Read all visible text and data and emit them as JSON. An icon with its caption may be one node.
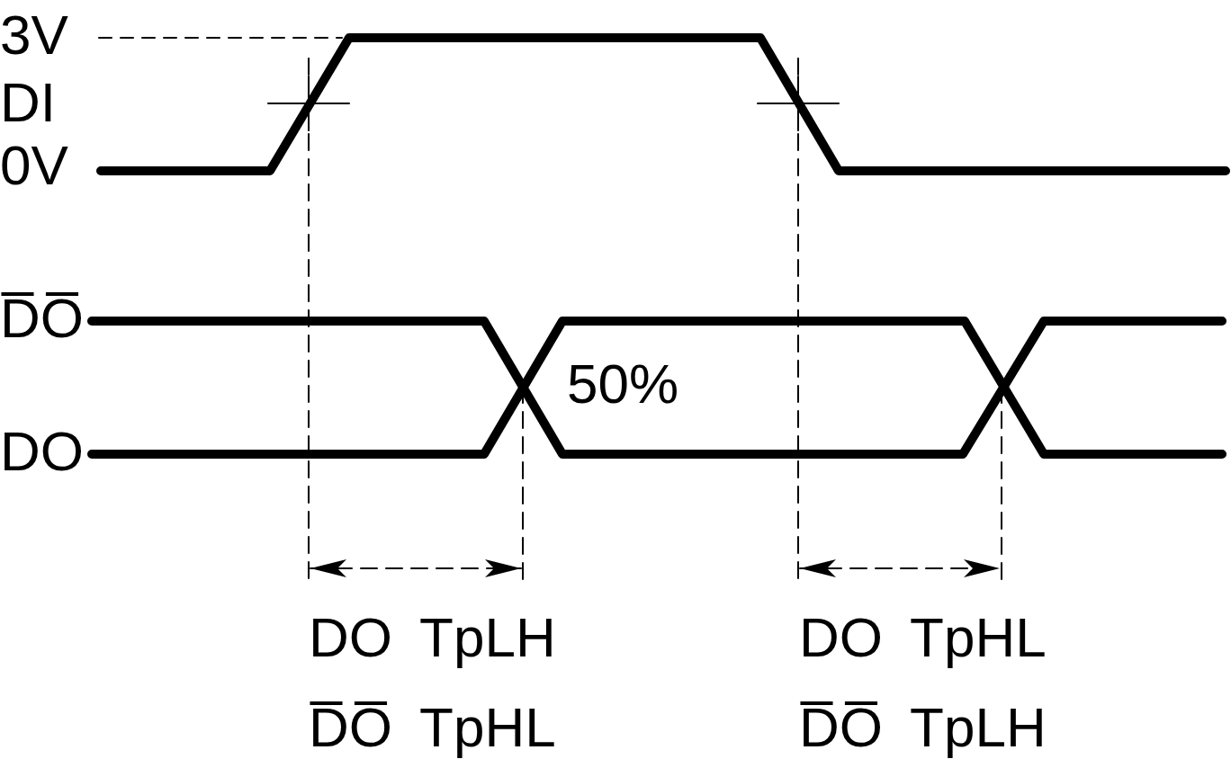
{
  "diagram": {
    "labels": [
      "3V",
      "DI",
      "0V",
      "D̅O̅",
      "50%",
      "DO",
      "DO TpLH",
      "DO TpHL",
      "D̅O̅ TpHL",
      "D̅O̅ TpLH"
    ]
  }
}
